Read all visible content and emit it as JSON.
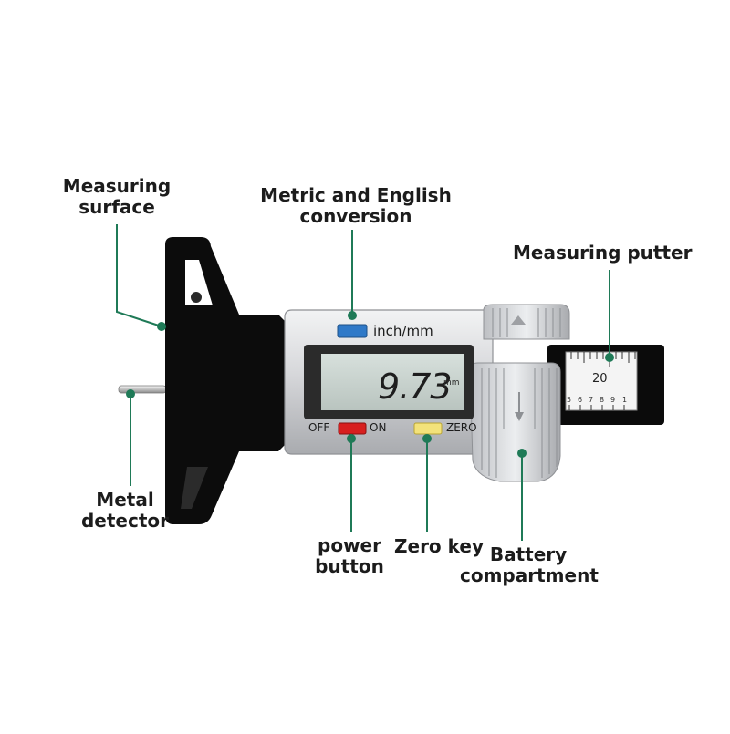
{
  "labels": {
    "measuring_surface": [
      "Measuring",
      "surface"
    ],
    "conversion": [
      "Metric and English",
      "conversion"
    ],
    "measuring_putter": "Measuring putter",
    "metal_detector": [
      "Metal",
      "detector"
    ],
    "power_button": [
      "power",
      "button"
    ],
    "zero_key": "Zero key",
    "battery": [
      "Battery",
      "compartment"
    ]
  },
  "device": {
    "unit_button_label": "inch/mm",
    "display_value": "9.73",
    "display_unit": "mm",
    "off_label": "OFF",
    "on_label": "ON",
    "zero_label": "ZERO",
    "scale_major": "20",
    "scale_minor": [
      "5",
      "6",
      "7",
      "8",
      "9",
      "1"
    ]
  },
  "colors": {
    "leader_line": "#1f7a57",
    "unit_button": "#2f79c8",
    "power_button": "#d71f1f",
    "zero_button": "#f3e27a",
    "lcd": "#c9d3cf",
    "body_silver": "#d9dadc",
    "handle": "#0c0c0c"
  }
}
